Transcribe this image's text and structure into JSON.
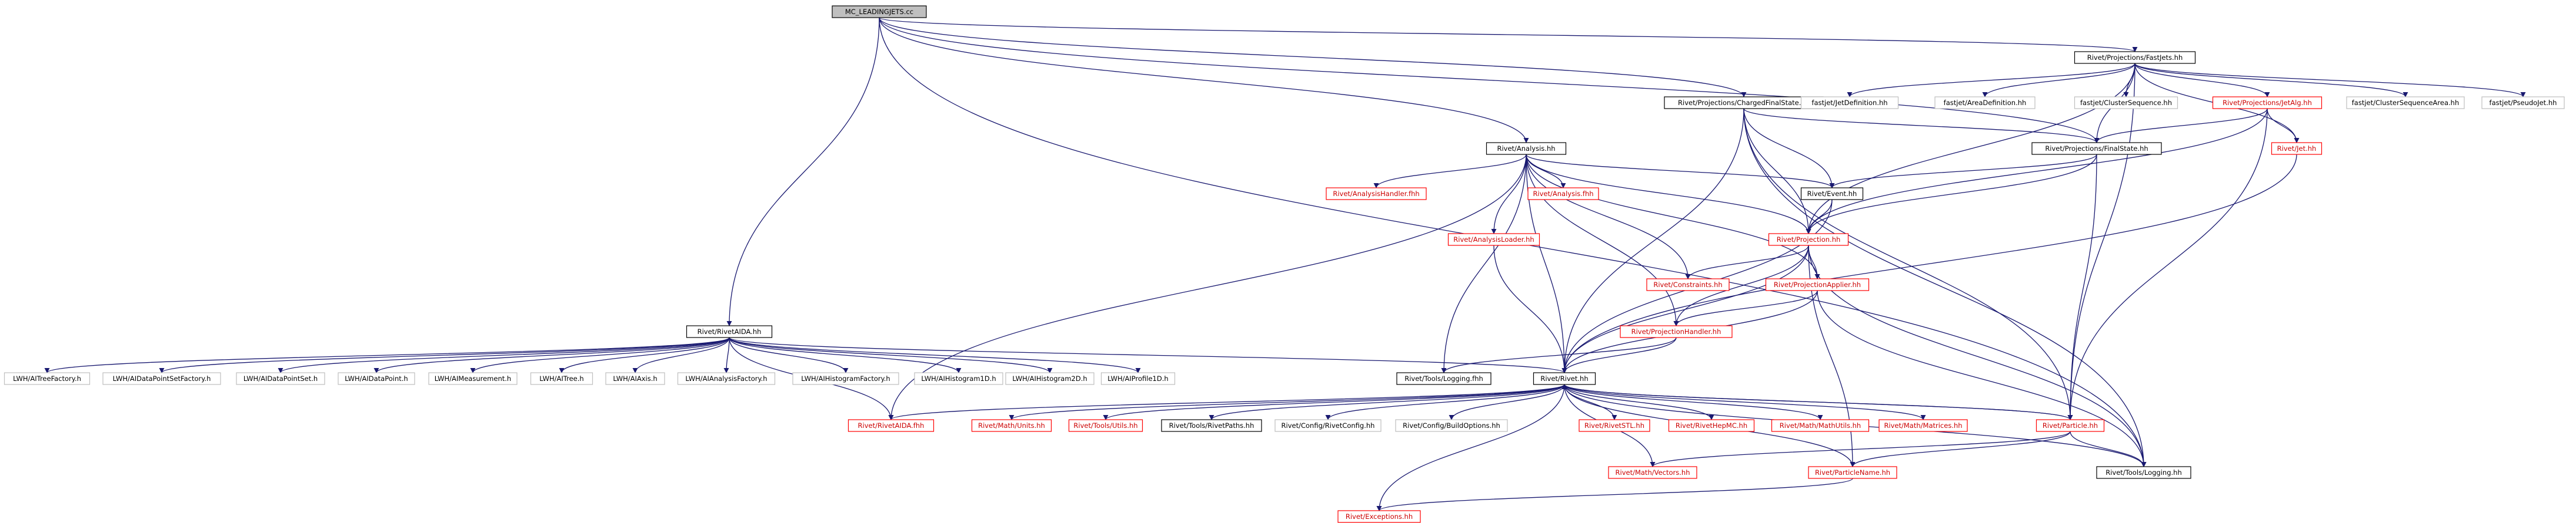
{
  "graph": {
    "colors": {
      "edge": "#191970",
      "text_normal": "#000000",
      "text_missing": "#cc0000",
      "border_normal": "#000000",
      "border_missing": "#ff0000",
      "border_external": "#bfbfbf",
      "root_fill": "#bfbfbf",
      "arrow_head": "#191970"
    },
    "nodes": [
      {
        "id": "root",
        "label": "MC_LEADINGJETS.cc",
        "kind": "root"
      },
      {
        "id": "fastjets",
        "label": "Rivet/Projections/FastJets.hh",
        "kind": "normal"
      },
      {
        "id": "chfs",
        "label": "Rivet/Projections/ChargedFinalState.hh",
        "kind": "normal"
      },
      {
        "id": "analysis",
        "label": "Rivet/Analysis.hh",
        "kind": "normal"
      },
      {
        "id": "rivetaida",
        "label": "Rivet/RivetAIDA.hh",
        "kind": "normal"
      },
      {
        "id": "jetdef",
        "label": "fastjet/JetDefinition.hh",
        "kind": "external"
      },
      {
        "id": "areadef",
        "label": "fastjet/AreaDefinition.hh",
        "kind": "external"
      },
      {
        "id": "clusterseq",
        "label": "fastjet/ClusterSequence.hh",
        "kind": "external"
      },
      {
        "id": "jetalg",
        "label": "Rivet/Projections/JetAlg.hh",
        "kind": "missing"
      },
      {
        "id": "csarea",
        "label": "fastjet/ClusterSequenceArea.hh",
        "kind": "external"
      },
      {
        "id": "pseudojet",
        "label": "fastjet/PseudoJet.hh",
        "kind": "external"
      },
      {
        "id": "finalstate",
        "label": "Rivet/Projections/FinalState.hh",
        "kind": "normal"
      },
      {
        "id": "jet",
        "label": "Rivet/Jet.hh",
        "kind": "missing"
      },
      {
        "id": "analysishandler",
        "label": "Rivet/AnalysisHandler.fhh",
        "kind": "missing"
      },
      {
        "id": "analysisfhh",
        "label": "Rivet/Analysis.fhh",
        "kind": "missing"
      },
      {
        "id": "event",
        "label": "Rivet/Event.hh",
        "kind": "normal"
      },
      {
        "id": "projection",
        "label": "Rivet/Projection.hh",
        "kind": "missing"
      },
      {
        "id": "analysisloader",
        "label": "Rivet/AnalysisLoader.hh",
        "kind": "missing"
      },
      {
        "id": "constraints",
        "label": "Rivet/Constraints.hh",
        "kind": "missing"
      },
      {
        "id": "projapplier",
        "label": "Rivet/ProjectionApplier.hh",
        "kind": "missing"
      },
      {
        "id": "projhandler",
        "label": "Rivet/ProjectionHandler.hh",
        "kind": "missing"
      },
      {
        "id": "toolslogging_fhh",
        "label": "Rivet/Tools/Logging.fhh",
        "kind": "normal"
      },
      {
        "id": "rivethh",
        "label": "Rivet/Rivet.hh",
        "kind": "normal"
      },
      {
        "id": "itreefactory",
        "label": "LWH/AITreeFactory.h",
        "kind": "external"
      },
      {
        "id": "idpsfactory",
        "label": "LWH/AIDataPointSetFactory.h",
        "kind": "external"
      },
      {
        "id": "idps",
        "label": "LWH/AIDataPointSet.h",
        "kind": "external"
      },
      {
        "id": "idp",
        "label": "LWH/AIDataPoint.h",
        "kind": "external"
      },
      {
        "id": "imeas",
        "label": "LWH/AIMeasurement.h",
        "kind": "external"
      },
      {
        "id": "itree",
        "label": "LWH/AITree.h",
        "kind": "external"
      },
      {
        "id": "iaxis",
        "label": "LWH/AIAxis.h",
        "kind": "external"
      },
      {
        "id": "ianfactory",
        "label": "LWH/AIAnalysisFactory.h",
        "kind": "external"
      },
      {
        "id": "ihfactory",
        "label": "LWH/AIHistogramFactory.h",
        "kind": "external"
      },
      {
        "id": "ih1d",
        "label": "LWH/AIHistogram1D.h",
        "kind": "external"
      },
      {
        "id": "ih2d",
        "label": "LWH/AIHistogram2D.h",
        "kind": "external"
      },
      {
        "id": "ip1d",
        "label": "LWH/AIProfile1D.h",
        "kind": "external"
      },
      {
        "id": "rivetaida_missing",
        "label": "Rivet/RivetAIDA.fhh",
        "kind": "missing"
      },
      {
        "id": "mathunits",
        "label": "Rivet/Math/Units.hh",
        "kind": "missing"
      },
      {
        "id": "toolsutils",
        "label": "Rivet/Tools/Utils.hh",
        "kind": "missing"
      },
      {
        "id": "rivetpaths",
        "label": "Rivet/Tools/RivetPaths.hh",
        "kind": "normal"
      },
      {
        "id": "rivetconfig",
        "label": "Rivet/Config/RivetConfig.hh",
        "kind": "external"
      },
      {
        "id": "buildoptions",
        "label": "Rivet/Config/BuildOptions.hh",
        "kind": "external"
      },
      {
        "id": "rivetstl",
        "label": "Rivet/RivetSTL.hh",
        "kind": "missing"
      },
      {
        "id": "rivethepmc",
        "label": "Rivet/RivetHepMC.hh",
        "kind": "missing"
      },
      {
        "id": "mathutils",
        "label": "Rivet/Math/MathUtils.hh",
        "kind": "missing"
      },
      {
        "id": "matrices",
        "label": "Rivet/Math/Matrices.hh",
        "kind": "missing"
      },
      {
        "id": "particle",
        "label": "Rivet/Particle.hh",
        "kind": "missing"
      },
      {
        "id": "vectors",
        "label": "Rivet/Math/Vectors.hh",
        "kind": "missing"
      },
      {
        "id": "particlename",
        "label": "Rivet/ParticleName.hh",
        "kind": "missing"
      },
      {
        "id": "toolslogging",
        "label": "Rivet/Tools/Logging.hh",
        "kind": "normal"
      },
      {
        "id": "exceptions",
        "label": "Rivet/Exceptions.hh",
        "kind": "missing"
      }
    ],
    "edges": [
      [
        "root",
        "fastjets"
      ],
      [
        "root",
        "chfs"
      ],
      [
        "root",
        "analysis"
      ],
      [
        "root",
        "rivetaida"
      ],
      [
        "root",
        "finalstate"
      ],
      [
        "root",
        "toolslogging"
      ],
      [
        "fastjets",
        "jetdef"
      ],
      [
        "fastjets",
        "areadef"
      ],
      [
        "fastjets",
        "clusterseq"
      ],
      [
        "fastjets",
        "jetalg"
      ],
      [
        "fastjets",
        "csarea"
      ],
      [
        "fastjets",
        "pseudojet"
      ],
      [
        "fastjets",
        "finalstate"
      ],
      [
        "fastjets",
        "jet"
      ],
      [
        "fastjets",
        "projection"
      ],
      [
        "fastjets",
        "particle"
      ],
      [
        "chfs",
        "finalstate"
      ],
      [
        "chfs",
        "event"
      ],
      [
        "chfs",
        "projection"
      ],
      [
        "chfs",
        "rivethh"
      ],
      [
        "chfs",
        "particle"
      ],
      [
        "chfs",
        "toolslogging"
      ],
      [
        "jetalg",
        "finalstate"
      ],
      [
        "jetalg",
        "jet"
      ],
      [
        "jetalg",
        "projection"
      ],
      [
        "jetalg",
        "particle"
      ],
      [
        "finalstate",
        "event"
      ],
      [
        "finalstate",
        "projection"
      ],
      [
        "finalstate",
        "particle"
      ],
      [
        "jet",
        "rivethh"
      ],
      [
        "analysis",
        "analysishandler"
      ],
      [
        "analysis",
        "analysisfhh"
      ],
      [
        "analysis",
        "event"
      ],
      [
        "analysis",
        "projection"
      ],
      [
        "analysis",
        "analysisloader"
      ],
      [
        "analysis",
        "constraints"
      ],
      [
        "analysis",
        "projapplier"
      ],
      [
        "analysis",
        "projhandler"
      ],
      [
        "analysis",
        "toolslogging_fhh"
      ],
      [
        "analysis",
        "rivethh"
      ],
      [
        "analysis",
        "rivetaida_missing"
      ],
      [
        "event",
        "projection"
      ],
      [
        "event",
        "rivethh"
      ],
      [
        "projection",
        "constraints"
      ],
      [
        "projection",
        "projapplier"
      ],
      [
        "projection",
        "projhandler"
      ],
      [
        "projection",
        "rivethh"
      ],
      [
        "projection",
        "particlename"
      ],
      [
        "projection",
        "toolslogging"
      ],
      [
        "analysisloader",
        "rivethh"
      ],
      [
        "projapplier",
        "projhandler"
      ],
      [
        "projapplier",
        "rivethh"
      ],
      [
        "projapplier",
        "toolslogging"
      ],
      [
        "projhandler",
        "toolslogging_fhh"
      ],
      [
        "projhandler",
        "rivethh"
      ],
      [
        "rivetaida",
        "itreefactory"
      ],
      [
        "rivetaida",
        "idpsfactory"
      ],
      [
        "rivetaida",
        "idps"
      ],
      [
        "rivetaida",
        "idp"
      ],
      [
        "rivetaida",
        "imeas"
      ],
      [
        "rivetaida",
        "itree"
      ],
      [
        "rivetaida",
        "iaxis"
      ],
      [
        "rivetaida",
        "ianfactory"
      ],
      [
        "rivetaida",
        "ihfactory"
      ],
      [
        "rivetaida",
        "ih1d"
      ],
      [
        "rivetaida",
        "ih2d"
      ],
      [
        "rivetaida",
        "ip1d"
      ],
      [
        "rivetaida",
        "rivethh"
      ],
      [
        "rivetaida",
        "rivetaida_missing"
      ],
      [
        "rivethh",
        "rivetaida_missing"
      ],
      [
        "rivethh",
        "mathunits"
      ],
      [
        "rivethh",
        "toolsutils"
      ],
      [
        "rivethh",
        "rivetpaths"
      ],
      [
        "rivethh",
        "rivetconfig"
      ],
      [
        "rivethh",
        "buildoptions"
      ],
      [
        "rivethh",
        "rivetstl"
      ],
      [
        "rivethh",
        "rivethepmc"
      ],
      [
        "rivethh",
        "mathutils"
      ],
      [
        "rivethh",
        "matrices"
      ],
      [
        "rivethh",
        "particle"
      ],
      [
        "rivethh",
        "vectors"
      ],
      [
        "rivethh",
        "particlename"
      ],
      [
        "rivethh",
        "toolslogging"
      ],
      [
        "rivethh",
        "exceptions"
      ],
      [
        "particle",
        "rivethh"
      ],
      [
        "particle",
        "vectors"
      ],
      [
        "particle",
        "particlename"
      ],
      [
        "particle",
        "toolslogging"
      ],
      [
        "particlename",
        "exceptions"
      ]
    ]
  }
}
